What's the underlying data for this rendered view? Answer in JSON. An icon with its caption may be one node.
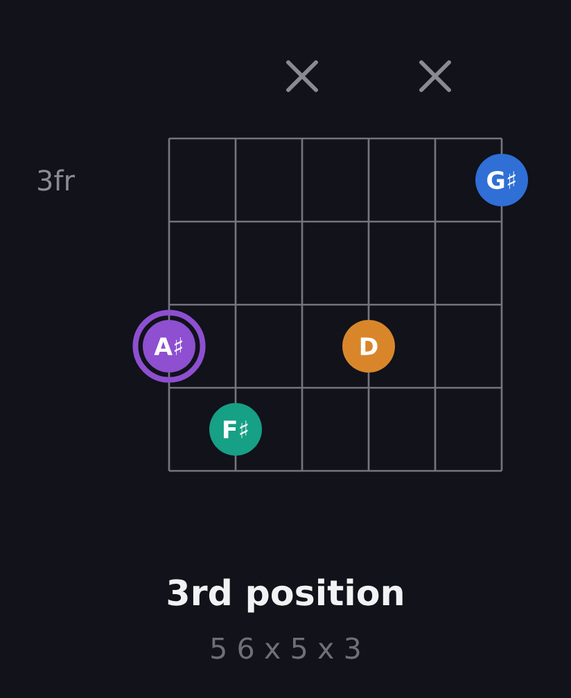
{
  "diagram": {
    "title": "3rd position",
    "caption": "5 6 x 5 x 3",
    "nodes": [
      {
        "text": [
          "G♯"
        ]
      },
      {
        "text": [
          "A♯"
        ]
      },
      {
        "text": [
          "D"
        ]
      },
      {
        "text": [
          "F♯"
        ]
      }
    ],
    "labels": [
      "3fr"
    ]
  }
}
